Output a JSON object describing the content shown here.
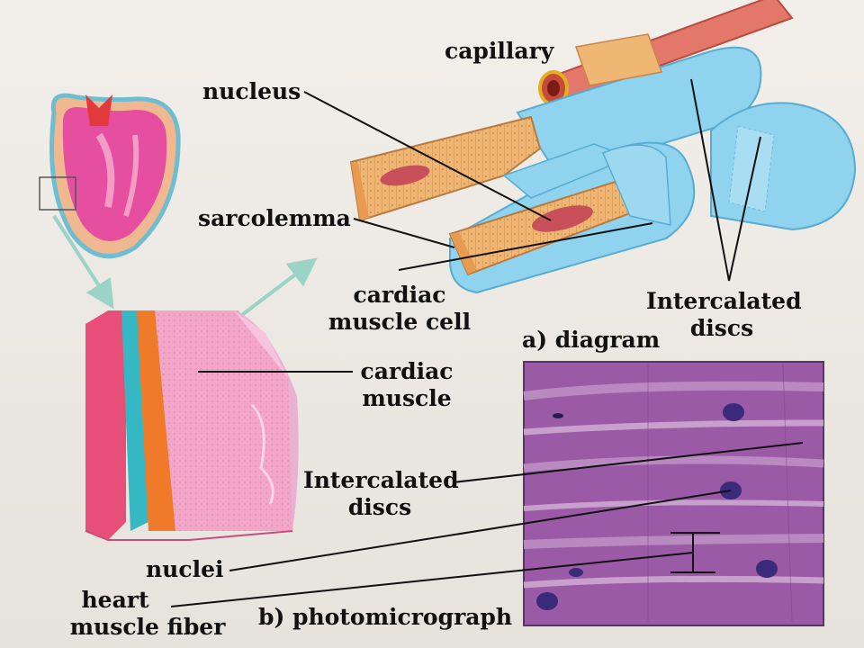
{
  "labels": {
    "capillary": "capillary",
    "nucleus": "nucleus",
    "sarcolemma": "sarcolemma",
    "cardiac_muscle_cell": [
      "cardiac",
      "muscle cell"
    ],
    "intercalated_discs_top": [
      "Intercalated",
      "discs"
    ],
    "diagram_caption": "a) diagram",
    "cardiac_muscle": [
      "cardiac",
      "muscle"
    ],
    "intercalated_discs_bottom": [
      "Intercalated",
      "discs"
    ],
    "nuclei": "nuclei",
    "heart_muscle_fiber": [
      "heart",
      "muscle fiber"
    ],
    "photomicrograph_caption": "b) photomicrograph"
  },
  "colors": {
    "background": "#ece9e3",
    "muscle_cell_blue": "#8fd3ee",
    "muscle_cell_cut": "#f0b774",
    "capillary_red": "#e2776a",
    "heart_pink": "#e64ea0",
    "tissue_pink": "#f3a7c8",
    "micrograph_purple": "#9a5aa6",
    "arrow_teal": "#9bd3c6"
  }
}
